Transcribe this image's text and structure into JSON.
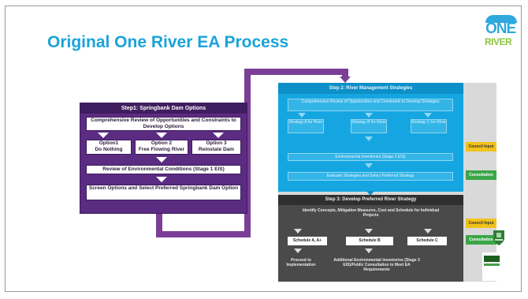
{
  "slide": {
    "title": "Original One River EA Process"
  },
  "logo": {
    "line1": "ONE",
    "line2": "RIVER"
  },
  "step1": {
    "header": "Step1: Springbank Dam Options",
    "review_box": "Comprehensive Review of Opportunities and Constraints to Develop Options",
    "options": [
      {
        "line1": "Option1",
        "line2": "Do Nothing"
      },
      {
        "line1": "Option 2",
        "line2": "Free Flowing River"
      },
      {
        "line1": "Option 3",
        "line2": "Reinstate Dam"
      }
    ],
    "env_box": "Review of Environmental Conditions (Stage 1 EIS)",
    "screen_box": "Screen Options and Select Preferred Springbank Dam Option"
  },
  "step2": {
    "header": "Step 2: River Management Strategies",
    "review_box": "Comprehensive Review of Opportunities and Constraints to Develop Strategies",
    "strategies": [
      "Strategy A for River",
      "Strategy B for River",
      "Strategy C for River"
    ],
    "inventories": "Environmental Inventories (Stage 2 EIS)",
    "evaluate": "Evaluate Strategies and Select Preferred Strategy"
  },
  "step3": {
    "header": "Step 3: Develop Preferred River Strategy",
    "identify": "Identify Concepts, Mitigation Measures, Cost and Schedule for Individual Projects",
    "schedules": [
      "Schedule A, A+",
      "Schedule B",
      "Schedule C"
    ],
    "proceed": "Proceed to Implementation",
    "additional": "Additional Environmental Inventories (Stage 3 EIS)/Public Consultation to Meet EA Requirements"
  },
  "side_tags": {
    "council1": "Council Input",
    "consult1": "Consultation",
    "council2": "Council Input",
    "consult2": "Consultation"
  },
  "colors": {
    "title": "#1aa3d9",
    "step1_purple": "#5b2c82",
    "connector": "#7b3f98",
    "step2_blue": "#15a6e1",
    "step3_gray": "#4a4a4a"
  }
}
